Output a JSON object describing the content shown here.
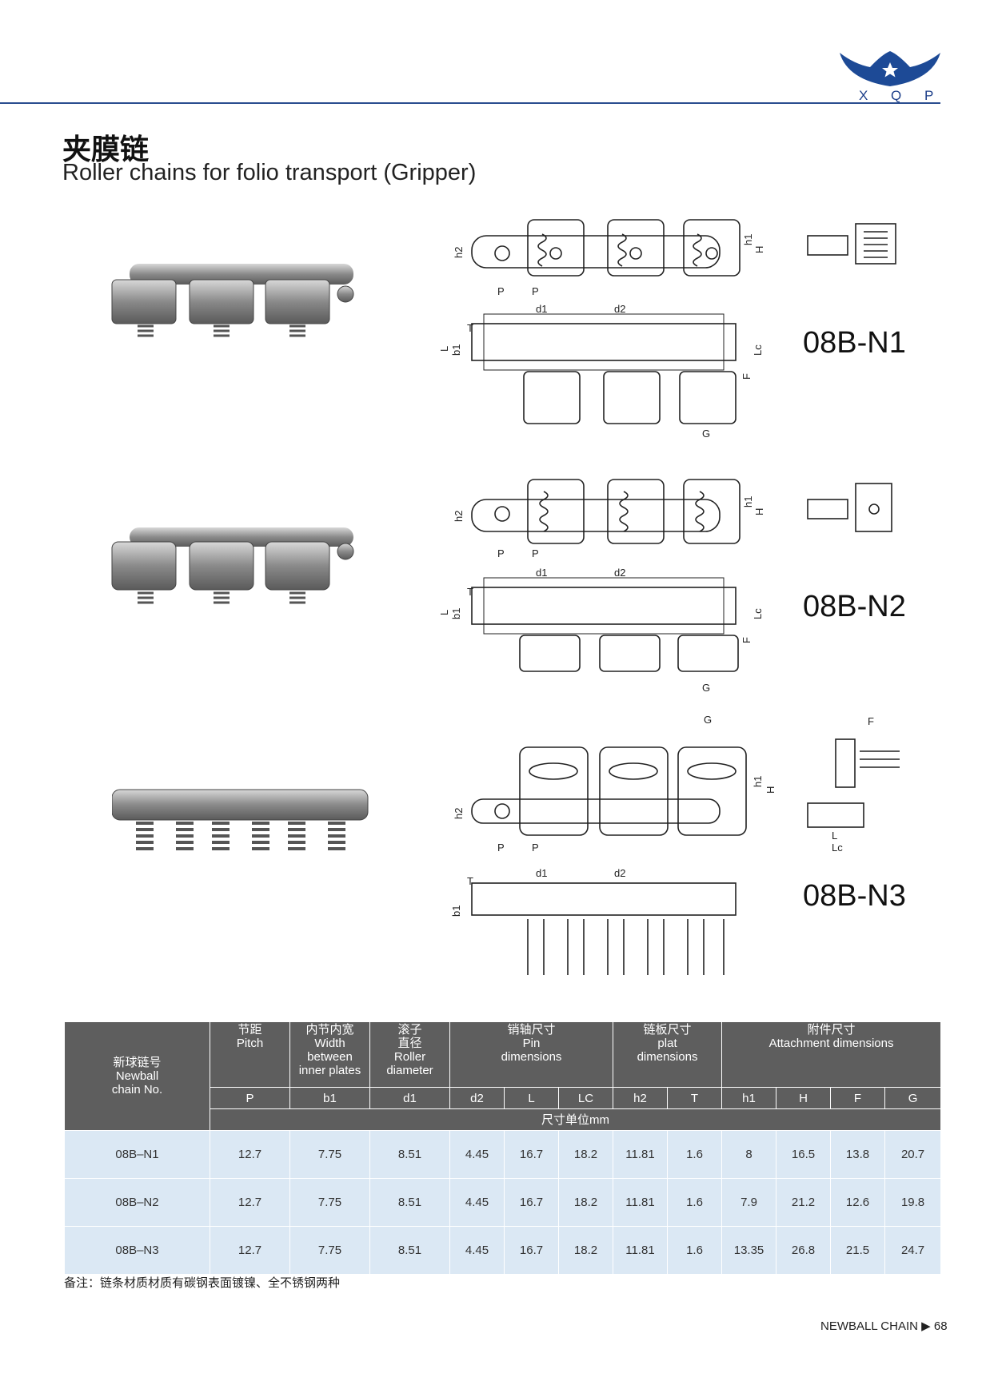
{
  "brand": {
    "logo_text": "X Q P"
  },
  "title": {
    "cn": "夹膜链",
    "en": "Roller chains for folio transport (Gripper)"
  },
  "models": [
    {
      "name": "08B-N1"
    },
    {
      "name": "08B-N2"
    },
    {
      "name": "08B-N3"
    }
  ],
  "drawing_labels": {
    "P": "P",
    "h2": "h2",
    "h1": "h1",
    "H": "H",
    "T": "T",
    "d1": "d1",
    "d2": "d2",
    "L": "L",
    "b1": "b1",
    "Lc": "Lc",
    "F": "F",
    "G": "G"
  },
  "table": {
    "headers": {
      "chain_cn": "新球链号",
      "chain_en1": "Newball",
      "chain_en2": "chain No.",
      "pitch_cn": "节距",
      "pitch_en": "Pitch",
      "width_cn": "内节内宽",
      "width_en1": "Width",
      "width_en2": "between",
      "width_en3": "inner plates",
      "roller_cn": "滚子",
      "roller_cn2": "直径",
      "roller_en1": "Roller",
      "roller_en2": "diameter",
      "pin_cn": "销轴尺寸",
      "pin_en1": "Pin",
      "pin_en2": "dimensions",
      "plate_cn": "链板尺寸",
      "plate_en1": "plat",
      "plate_en2": "dimensions",
      "att_cn": "附件尺寸",
      "att_en": "Attachment  dimensions"
    },
    "subheaders": [
      "P",
      "b1",
      "d1",
      "d2",
      "L",
      "LC",
      "h2",
      "T",
      "h1",
      "H",
      "F",
      "G"
    ],
    "unit": "尺寸单位mm",
    "rows": [
      {
        "chain": "08B–N1",
        "cells": [
          "12.7",
          "7.75",
          "8.51",
          "4.45",
          "16.7",
          "18.2",
          "11.81",
          "1.6",
          "8",
          "16.5",
          "13.8",
          "20.7"
        ]
      },
      {
        "chain": "08B–N2",
        "cells": [
          "12.7",
          "7.75",
          "8.51",
          "4.45",
          "16.7",
          "18.2",
          "11.81",
          "1.6",
          "7.9",
          "21.2",
          "12.6",
          "19.8"
        ]
      },
      {
        "chain": "08B–N3",
        "cells": [
          "12.7",
          "7.75",
          "8.51",
          "4.45",
          "16.7",
          "18.2",
          "11.81",
          "1.6",
          "13.35",
          "26.8",
          "21.5",
          "24.7"
        ]
      }
    ]
  },
  "note": "备注：链条材质材质有碳钢表面镀镍、全不锈钢两种",
  "footer": {
    "text": "NEWBALL CHAIN",
    "arrow": "▶",
    "page": "68"
  }
}
